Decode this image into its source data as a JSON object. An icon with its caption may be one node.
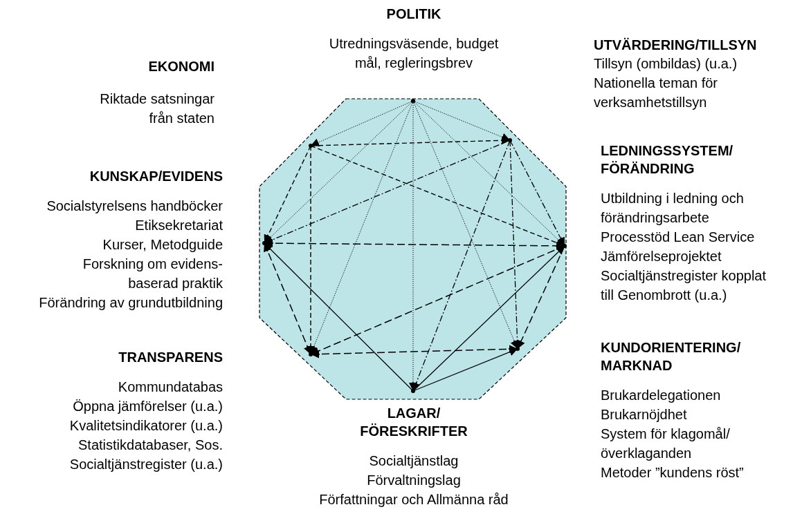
{
  "diagram": {
    "nodes": [
      {
        "text": [
          "POLITIK",
          "Utredningsväsende, budget",
          "mål, regleringsbrev"
        ]
      },
      {
        "text": [
          "EKONOMI",
          "Riktade satsningar från staten"
        ]
      },
      {
        "text": [
          "UTVÄRDERING/TILLSYN",
          "Tillsyn (ombildas) (u.a.)",
          "Nationella teman för verksamhetstillsyn"
        ]
      },
      {
        "text": [
          "KUNSKAP/EVIDENS",
          "Socialstyrelsens handböcker",
          "Etiksekretariat",
          "Kurser, Metodguide",
          "Forskning om evidens- baserad praktik",
          "Förändring av grundutbildning"
        ]
      },
      {
        "text": [
          "LEDNINGSSYSTEM/ FÖRÄNDRING",
          "Utbildning i ledning och förändringsarbete",
          "Processtöd Lean Service",
          "Jämförelseprojektet",
          "Socialtjänstregister kopplat till Genombrott (u.a.)"
        ]
      },
      {
        "text": [
          "TRANSPARENS",
          "Kommundatabas",
          "Öppna jämförelser (u.a.)",
          "Kvalitetsindikatorer (u.a.)",
          "Statistikdatabaser, Sos.",
          "Socialtjänstregister (u.a.)"
        ]
      },
      {
        "text": [
          "KUNDORIENTERING/ MARKNAD",
          "Brukardelegationen",
          "Brukarnöjdhet",
          "System för klagomål/ överklaganden",
          "Metoder ”kundens röst”"
        ]
      },
      {
        "text": [
          "LAGAR/ FÖRESKRIFTER",
          "Socialtjänstlag",
          "Förvaltningslag",
          "Författningar och Allmänna råd"
        ]
      },
      {
        "text": [],
        "shape": "point"
      },
      {
        "text": [],
        "shape": "point"
      },
      {
        "text": [],
        "shape": "point"
      },
      {
        "text": [],
        "shape": "point"
      },
      {
        "text": [],
        "shape": "point"
      },
      {
        "text": [],
        "shape": "point"
      },
      {
        "text": [],
        "shape": "point"
      },
      {
        "text": [],
        "shape": "point"
      }
    ],
    "edges": [
      {
        "from": 8,
        "to": 10,
        "arrow": "to",
        "style": "dashed"
      },
      {
        "from": 8,
        "to": 9,
        "arrow": "to",
        "style": "dashed"
      },
      {
        "from": 8,
        "to": 11,
        "arrow": "to",
        "style": "dashed"
      },
      {
        "from": 8,
        "to": 12,
        "arrow": "to",
        "style": "dashed"
      },
      {
        "from": 8,
        "to": 14,
        "arrow": "to",
        "style": "dashed"
      },
      {
        "from": 8,
        "to": 13,
        "arrow": "to",
        "style": "dashed"
      },
      {
        "from": 8,
        "to": 15,
        "arrow": "to",
        "style": "dashed"
      },
      {
        "from": 10,
        "to": 9,
        "arrow": "to",
        "style": "dashed"
      },
      {
        "from": 10,
        "to": 11,
        "arrow": "to",
        "style": "dashed"
      },
      {
        "from": 10,
        "to": 14,
        "arrow": "to",
        "style": "dashed"
      },
      {
        "from": 10,
        "to": 12,
        "arrow": "to",
        "style": "dashed"
      },
      {
        "from": 9,
        "to": 11,
        "arrow": "to",
        "style": "dashed"
      },
      {
        "from": 9,
        "to": 12,
        "arrow": "to",
        "style": "dashed"
      },
      {
        "from": 9,
        "to": 13,
        "arrow": "to",
        "style": "dashed"
      },
      {
        "from": 9,
        "to": 15,
        "arrow": "to",
        "style": "dashed"
      },
      {
        "from": 11,
        "to": 12,
        "arrow": "both",
        "style": "dashed"
      },
      {
        "from": 11,
        "to": 14,
        "arrow": "both",
        "style": "dashed"
      },
      {
        "from": 12,
        "to": 14,
        "arrow": "to",
        "style": "dashed"
      },
      {
        "from": 12,
        "to": 13,
        "arrow": "to",
        "style": "dashed"
      },
      {
        "from": 14,
        "to": 13,
        "arrow": "both",
        "style": "dashed"
      },
      {
        "from": 15,
        "to": 11,
        "arrow": "to"
      },
      {
        "from": 15,
        "to": 12,
        "arrow": "to"
      },
      {
        "from": 15,
        "to": 13,
        "arrow": "to"
      }
    ]
  }
}
